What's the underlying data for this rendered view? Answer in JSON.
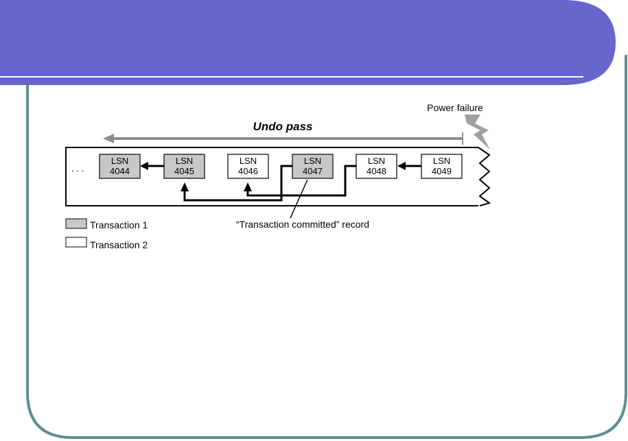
{
  "colors": {
    "header_band": "#6666cc",
    "slide_border": "#5f8f8f",
    "transaction_1_fill": "#c8c8c8",
    "transaction_2_fill": "#ffffff",
    "undo_arrow": "#8c8c8c",
    "lightning": "#a0a0a0"
  },
  "diagram": {
    "undo_label": "Undo pass",
    "power_failure_label": "Power failure",
    "ellipsis": ". . .",
    "committed_label": "“Transaction committed” record",
    "records": [
      {
        "line1": "LSN",
        "line2": "4044",
        "transaction": 1
      },
      {
        "line1": "LSN",
        "line2": "4045",
        "transaction": 1
      },
      {
        "line1": "LSN",
        "line2": "4046",
        "transaction": 2
      },
      {
        "line1": "LSN",
        "line2": "4047",
        "transaction": 1
      },
      {
        "line1": "LSN",
        "line2": "4048",
        "transaction": 2
      },
      {
        "line1": "LSN",
        "line2": "4049",
        "transaction": 2
      }
    ],
    "legend": [
      {
        "label": "Transaction 1",
        "transaction": 1
      },
      {
        "label": "Transaction 2",
        "transaction": 2
      }
    ]
  }
}
